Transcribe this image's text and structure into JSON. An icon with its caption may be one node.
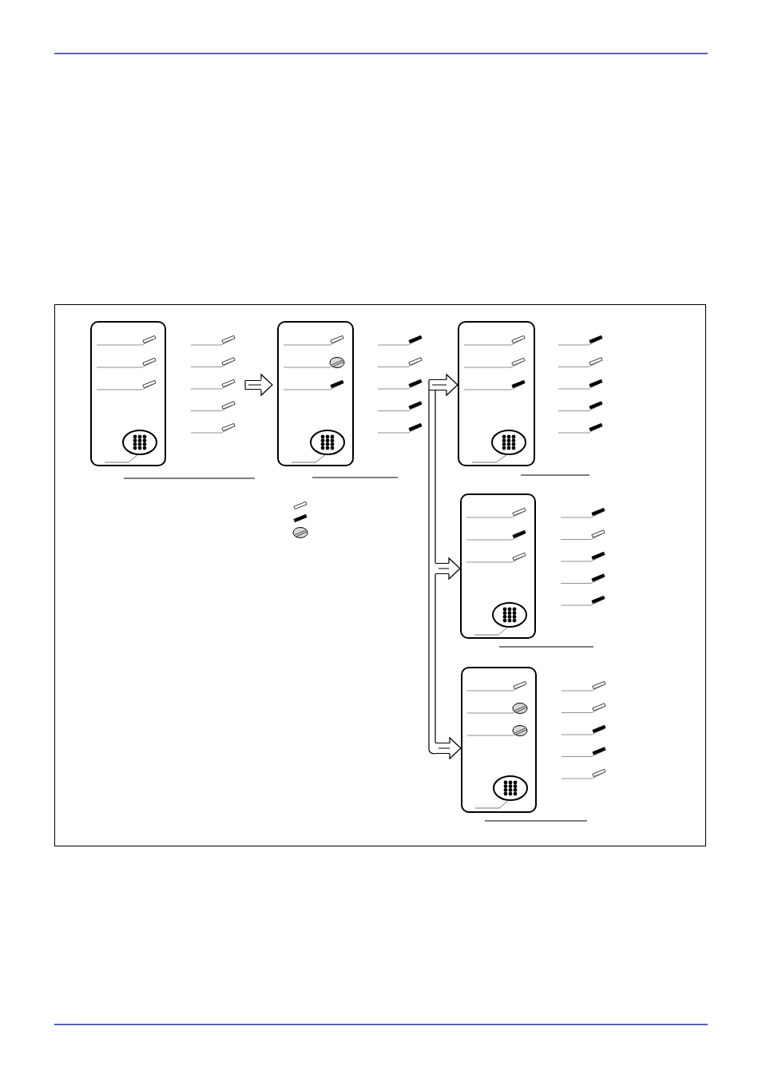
{
  "diagram": {
    "nodes": [
      {
        "text": [],
        "shape": "box"
      },
      {
        "text": [],
        "shape": "box"
      },
      {
        "text": [],
        "shape": "box"
      },
      {
        "text": [],
        "shape": "box"
      },
      {
        "text": [],
        "shape": "box"
      },
      {
        "text": [],
        "shape": "keypad",
        "in": 0
      },
      {
        "text": [],
        "shape": "keypad",
        "in": 1
      },
      {
        "text": [],
        "shape": "keypad",
        "in": 2
      },
      {
        "text": [],
        "shape": "keypad",
        "in": 3
      },
      {
        "text": [],
        "shape": "keypad",
        "in": 4
      }
    ],
    "edges": [
      {
        "from": null,
        "to": 1,
        "arrow": "to"
      },
      {
        "from": null,
        "to": 2,
        "arrow": "to"
      },
      {
        "from": null,
        "to": 3,
        "arrow": "to"
      },
      {
        "from": null,
        "to": 4,
        "arrow": "to"
      },
      {
        "from": null,
        "to": 5,
        "arrow": "none"
      },
      {
        "from": null,
        "to": 6,
        "arrow": "none"
      },
      {
        "from": null,
        "to": 7,
        "arrow": "none"
      },
      {
        "from": null,
        "to": 8,
        "arrow": "none"
      },
      {
        "from": null,
        "to": 9,
        "arrow": "none"
      }
    ]
  }
}
